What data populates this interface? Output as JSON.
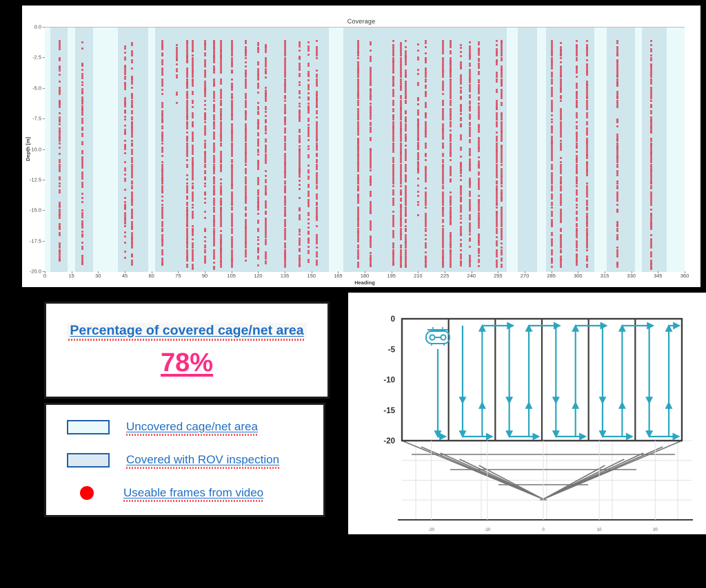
{
  "chart_data": {
    "type": "bar",
    "title": "Coverage",
    "xlabel": "Heading",
    "ylabel": "Depth [m]",
    "xlim": [
      0,
      360
    ],
    "ylim": [
      -20,
      0
    ],
    "xticks": [
      0,
      15,
      30,
      45,
      60,
      75,
      90,
      105,
      120,
      135,
      150,
      165,
      180,
      195,
      210,
      225,
      240,
      255,
      270,
      285,
      300,
      315,
      330,
      345,
      360
    ],
    "yticks": [
      "0.0",
      "-2.5",
      "-5.0",
      "-7.5",
      "-10.0",
      "-12.5",
      "-15.0",
      "-17.5",
      "-20.0"
    ],
    "ytick_values": [
      0,
      -2.5,
      -5,
      -7.5,
      -10,
      -12.5,
      -15,
      -17.5,
      -20
    ],
    "grid": false,
    "legend_position": "external",
    "covered_color": "#cfe6ec",
    "uncovered_color": "#eafafa",
    "frame_color": "#d9566a",
    "covered_bands": [
      {
        "start": 3,
        "end": 13
      },
      {
        "start": 17,
        "end": 27
      },
      {
        "start": 41,
        "end": 58
      },
      {
        "start": 62,
        "end": 160
      },
      {
        "start": 168,
        "end": 260
      },
      {
        "start": 266,
        "end": 277
      },
      {
        "start": 282,
        "end": 309
      },
      {
        "start": 316,
        "end": 332
      },
      {
        "start": 336,
        "end": 350
      }
    ],
    "frame_columns": [
      {
        "heading": 8,
        "top": -1.0,
        "bottom": -19.3,
        "density": 0.62
      },
      {
        "heading": 21,
        "top": -1.1,
        "bottom": -19.4,
        "density": 0.66
      },
      {
        "heading": 45,
        "top": -1.3,
        "bottom": -19.2,
        "density": 0.58
      },
      {
        "heading": 49,
        "top": -1.0,
        "bottom": -19.6,
        "density": 0.72
      },
      {
        "heading": 66,
        "top": -1.0,
        "bottom": -19.5,
        "density": 0.74
      },
      {
        "heading": 74,
        "top": -1.2,
        "bottom": -6.4,
        "density": 0.6
      },
      {
        "heading": 80,
        "top": -1.0,
        "bottom": -19.6,
        "density": 0.8
      },
      {
        "heading": 83,
        "top": -1.0,
        "bottom": -19.6,
        "density": 0.78
      },
      {
        "heading": 90,
        "top": -1.0,
        "bottom": -19.5,
        "density": 0.7
      },
      {
        "heading": 95,
        "top": -1.0,
        "bottom": -19.6,
        "density": 0.82
      },
      {
        "heading": 99,
        "top": -1.0,
        "bottom": -19.6,
        "density": 0.86
      },
      {
        "heading": 105,
        "top": -1.0,
        "bottom": -19.6,
        "density": 0.84
      },
      {
        "heading": 113,
        "top": -1.0,
        "bottom": -19.6,
        "density": 0.88
      },
      {
        "heading": 120,
        "top": -1.2,
        "bottom": -19.5,
        "density": 0.62
      },
      {
        "heading": 124,
        "top": -1.2,
        "bottom": -19.4,
        "density": 0.64
      },
      {
        "heading": 135,
        "top": -1.0,
        "bottom": -19.6,
        "density": 0.85
      },
      {
        "heading": 143,
        "top": -1.1,
        "bottom": -19.5,
        "density": 0.66
      },
      {
        "heading": 148,
        "top": -1.1,
        "bottom": -19.4,
        "density": 0.52
      },
      {
        "heading": 153,
        "top": -1.0,
        "bottom": -19.6,
        "density": 0.74
      },
      {
        "heading": 176,
        "top": -1.0,
        "bottom": -19.6,
        "density": 0.86
      },
      {
        "heading": 183,
        "top": -1.1,
        "bottom": -19.5,
        "density": 0.7
      },
      {
        "heading": 196,
        "top": -1.0,
        "bottom": -19.6,
        "density": 0.8
      },
      {
        "heading": 200,
        "top": -1.0,
        "bottom": -19.6,
        "density": 0.88
      },
      {
        "heading": 203,
        "top": -1.0,
        "bottom": -19.6,
        "density": 0.84
      },
      {
        "heading": 210,
        "top": -1.3,
        "bottom": -15.5,
        "density": 0.48
      },
      {
        "heading": 214,
        "top": -1.0,
        "bottom": -19.5,
        "density": 0.72
      },
      {
        "heading": 224,
        "top": -1.0,
        "bottom": -19.6,
        "density": 0.86
      },
      {
        "heading": 228,
        "top": -1.0,
        "bottom": -19.6,
        "density": 0.82
      },
      {
        "heading": 234,
        "top": -1.2,
        "bottom": -19.4,
        "density": 0.6
      },
      {
        "heading": 239,
        "top": -1.1,
        "bottom": -19.5,
        "density": 0.7
      },
      {
        "heading": 244,
        "top": -1.1,
        "bottom": -19.5,
        "density": 0.72
      },
      {
        "heading": 254,
        "top": -1.0,
        "bottom": -19.6,
        "density": 0.8
      },
      {
        "heading": 257,
        "top": -1.0,
        "bottom": -19.6,
        "density": 0.78
      },
      {
        "heading": 285,
        "top": -1.0,
        "bottom": -19.6,
        "density": 0.82
      },
      {
        "heading": 290,
        "top": -1.0,
        "bottom": -19.6,
        "density": 0.78
      },
      {
        "heading": 299,
        "top": -1.0,
        "bottom": -19.6,
        "density": 0.76
      },
      {
        "heading": 305,
        "top": -1.0,
        "bottom": -19.6,
        "density": 0.8
      },
      {
        "heading": 322,
        "top": -1.0,
        "bottom": -19.6,
        "density": 0.7
      },
      {
        "heading": 341,
        "top": -1.0,
        "bottom": -19.6,
        "density": 0.74
      }
    ]
  },
  "chart": {
    "title": "Coverage",
    "x_axis_label": "Heading",
    "y_axis_label": "Depth [m]"
  },
  "percentage_card": {
    "heading": "Percentage of covered cage/net area",
    "value": "78%"
  },
  "legend": {
    "items": [
      {
        "label": "Uncovered cage/net area",
        "marker": "swatch",
        "fill": "#eafafa",
        "border": "#1f5fa8"
      },
      {
        "label": "Covered with ROV inspection",
        "marker": "swatch",
        "fill": "#dde9f2",
        "border": "#1f5fa8"
      },
      {
        "label": "Useable frames from video",
        "marker": "dot",
        "fill": "#ff0000",
        "border": "#ff0000"
      }
    ]
  },
  "rov_diagram": {
    "yticks": [
      "0",
      "-5",
      "-10",
      "-15",
      "-20"
    ],
    "ytick_values": [
      0,
      -5,
      -10,
      -15,
      -20
    ],
    "xticks": [
      "-20",
      "-10",
      "0",
      "10",
      "20"
    ],
    "xtick_values": [
      -20,
      -10,
      0,
      10,
      20
    ],
    "path_color": "#2ba6c0",
    "cage_color": "#3d3d3d",
    "net_color": "#757575",
    "rov_icon": "rov-icon",
    "panel_count": 6
  }
}
